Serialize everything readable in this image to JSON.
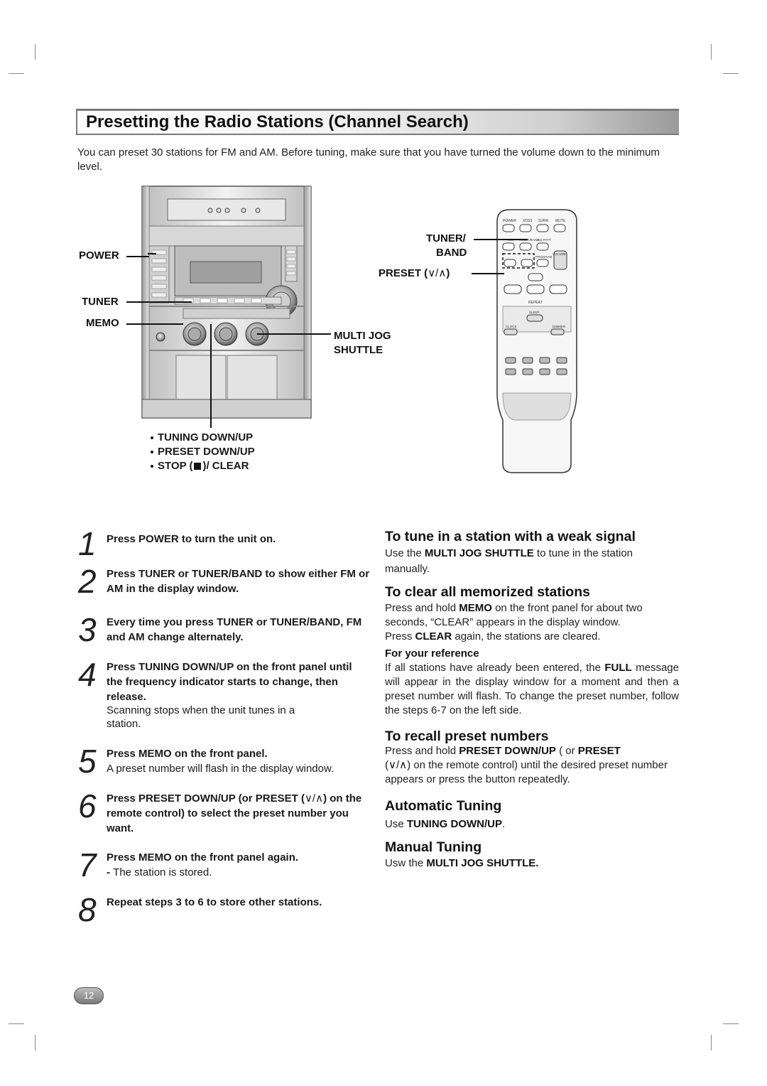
{
  "title": "Presetting the Radio Stations (Channel Search)",
  "intro": "You can preset 30 stations for FM and AM. Before tuning, make sure that you have turned the volume down to the minimum level.",
  "unit_labels": {
    "power": "POWER",
    "tuner": "TUNER",
    "memo": "MEMO",
    "multi_jog_1": "MULTI JOG",
    "multi_jog_2": "SHUTTLE",
    "bullet1": "TUNING DOWN/UP",
    "bullet2": "PRESET DOWN/UP",
    "bullet3a": "STOP (",
    "bullet3b": ")/ CLEAR"
  },
  "remote_labels": {
    "tuner_band_1": "TUNER/",
    "tuner_band_2": "BAND",
    "preset": "PRESET (",
    "preset_symbols": "∨/∧",
    "preset_close": ")",
    "buttons": {
      "power": "POWER",
      "xdss": "XDSS",
      "surr": "SURR.",
      "mute": "MUTE",
      "aux": "AUX",
      "tunerband": "TUNER/BAND",
      "eqpatt": "EQ PATT.",
      "program": "PROGRAM",
      "volume": "VOLUME",
      "repeat": "REPEAT",
      "sleep": "SLEEP",
      "dimmer": "DIMMER",
      "clock": "CLOCK"
    }
  },
  "steps": [
    {
      "num": "1",
      "bold": "Press POWER to turn the unit on.",
      "plain": ""
    },
    {
      "num": "2",
      "bold": "Press TUNER or TUNER/BAND to show either FM or AM in the display window.",
      "plain": ""
    },
    {
      "num": "3",
      "bold": "Every time you press TUNER or TUNER/BAND, FM and AM change alternately.",
      "plain": ""
    },
    {
      "num": "4",
      "bold": "Press TUNING DOWN/UP on the front panel until the frequency indicator starts to change, then release.",
      "plain": "Scanning stops when the unit tunes in a station."
    },
    {
      "num": "5",
      "bold": "Press MEMO on the front panel.",
      "plain": "A preset number will flash in the display window."
    },
    {
      "num": "6",
      "bold_a": "Press PRESET DOWN/UP (or PRESET (",
      "bold_sym": "∨/∧",
      "bold_b": ") on the remote control) to select the preset number you want.",
      "plain": ""
    },
    {
      "num": "7",
      "bold": "Press MEMO on the front panel again.",
      "dash": "- ",
      "plain": "The station is stored."
    },
    {
      "num": "8",
      "bold": "Repeat steps 3 to 6 to store other stations.",
      "plain": ""
    }
  ],
  "sections": {
    "weak": {
      "heading": "To tune in a station with a weak signal",
      "p_a": "Use the ",
      "p_b": "MULTI JOG SHUTTLE",
      "p_c": " to tune in the station manually."
    },
    "clear": {
      "heading": "To clear all memorized stations",
      "p_a": "Press and hold ",
      "p_b": "MEMO",
      "p_c": " on the front panel for about two seconds, “CLEAR” appears in the display window.",
      "p_d": "Press ",
      "p_e": "CLEAR",
      "p_f": " again, the stations are cleared.",
      "ref_heading": "For your reference",
      "ref_a": "If all stations have already been entered, the ",
      "ref_b": "FULL",
      "ref_c": " message will appear in the display window for a moment and then a preset number will flash. To change the preset number, follow the steps 6-7 on the left side."
    },
    "recall": {
      "heading": "To recall preset numbers",
      "p_a": "Press and hold ",
      "p_b": "PRESET DOWN/UP",
      "p_c": " ( or ",
      "p_d": "PRESET",
      "p_sym": "(∨/∧)",
      "p_e": " on the remote control) until the desired preset number appears or press the button repeatedly."
    },
    "auto": {
      "heading": "Automatic Tuning",
      "p_a": "Use ",
      "p_b": "TUNING DOWN/UP",
      "p_c": "."
    },
    "manual": {
      "heading": "Manual Tuning",
      "p_a": "Usw the ",
      "p_b": "MULTI JOG SHUTTLE."
    }
  },
  "page_number": "12"
}
